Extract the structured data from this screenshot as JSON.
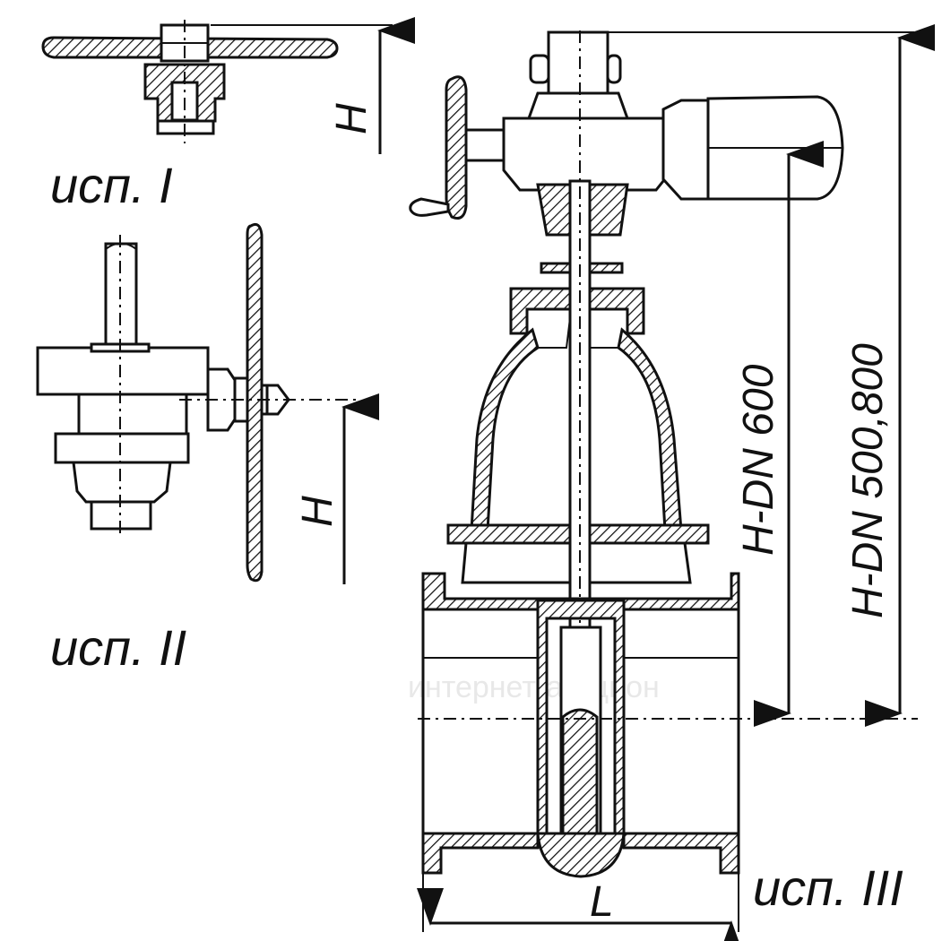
{
  "labels": {
    "variant_1": "исп. I",
    "variant_2": "исп. II",
    "variant_3": "исп. III",
    "dim_h_1": "H",
    "dim_h_2": "H",
    "dim_h_dn600": "H-DN 600",
    "dim_h_dn500_800": "H-DN 500,800",
    "dim_l": "L"
  },
  "watermark": {
    "text": "интернет-аукцион"
  }
}
